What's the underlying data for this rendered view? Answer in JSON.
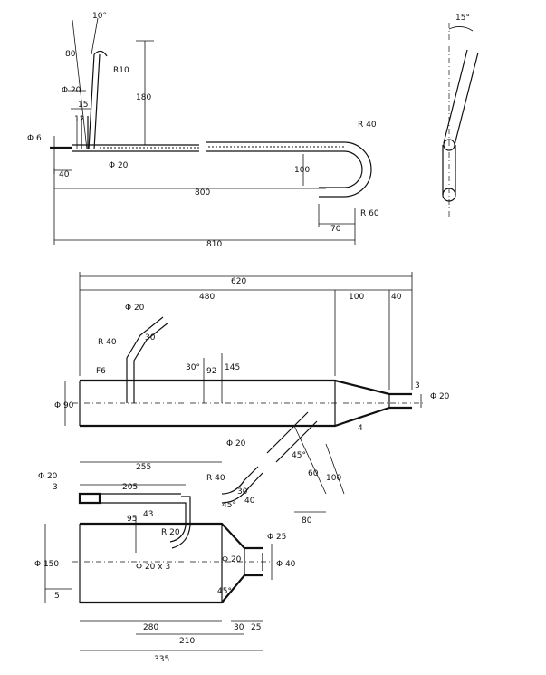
{
  "drawing1": {
    "angle_top": "10°",
    "dim_80": "80",
    "r10": "R10",
    "phi20_top": "Φ 20",
    "dim_180": "180",
    "dim_15": "15",
    "dim_12": "12",
    "phi6": "Φ 6",
    "phi20_mid": "Φ 20",
    "r40": "R 40",
    "dim_100": "100",
    "dim_800": "800",
    "dim_40": "40",
    "dim_70": "70",
    "r60": "R 60",
    "dim_810": "810"
  },
  "side_view": {
    "angle": "15°"
  },
  "drawing2": {
    "dim_620": "620",
    "dim_480": "480",
    "dim_100": "100",
    "dim_40": "40",
    "phi20_top": "Φ 20",
    "r40": "R 40",
    "dim_30": "30",
    "angle30": "30°",
    "dim_145": "145",
    "dim_92": "92",
    "dim_f6": "F6",
    "phi90": "Φ 90",
    "phi20_right": "Φ 20",
    "dim_3": "3",
    "dim_4": "4",
    "phi20_branch": "Φ 20",
    "angle45": "45°",
    "dim_60": "60",
    "dim_100b": "100",
    "dim_80": "80"
  },
  "drawing3": {
    "phi20_left": "Φ 20",
    "dim_3": "3",
    "dim_255": "255",
    "dim_205": "205",
    "r40": "R 40",
    "angle45": "45°",
    "dim_30": "30",
    "dim_40": "40",
    "dim_43": "43",
    "dim_95": "95",
    "r20": "R 20",
    "phi150": "Φ 150",
    "phi20x3": "Φ 20 x 3",
    "phi20": "Φ 20",
    "phi25": "Φ 25",
    "phi40": "Φ 40",
    "dim_5": "5",
    "angle_45b": "45°",
    "dim_280": "280",
    "dim_30b": "30",
    "dim_25": "25",
    "dim_210": "210",
    "dim_335": "335"
  }
}
